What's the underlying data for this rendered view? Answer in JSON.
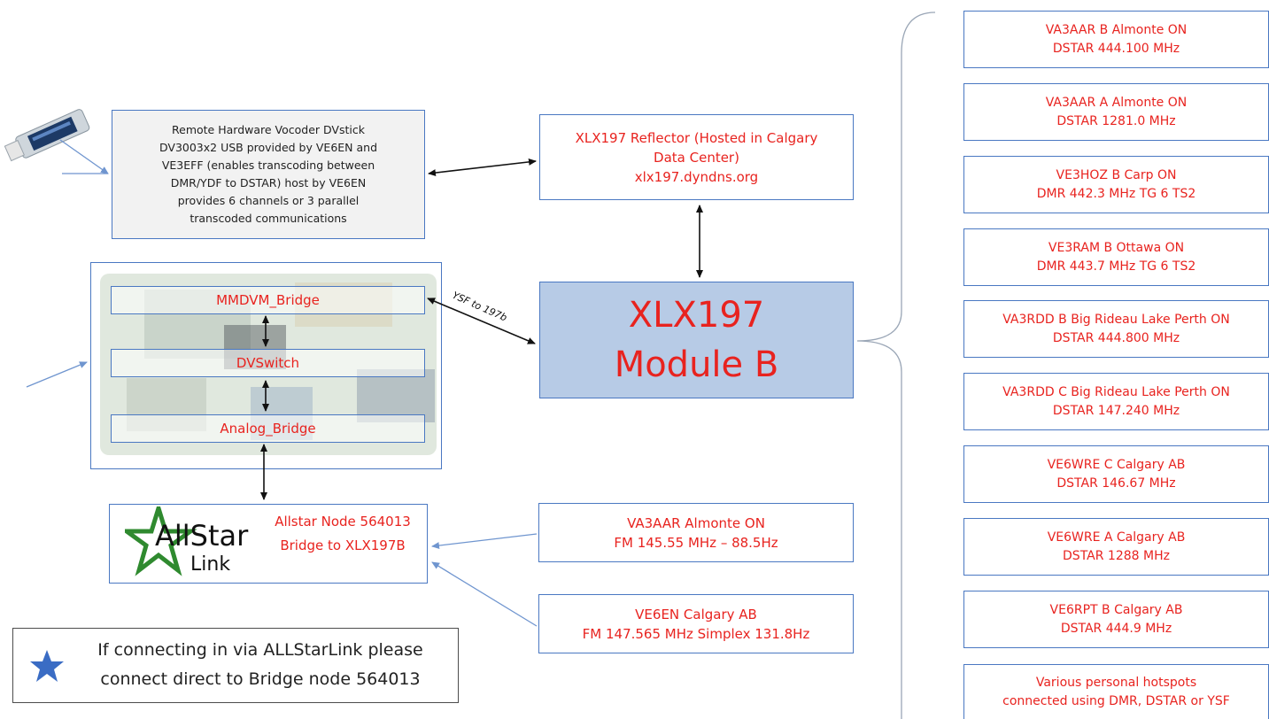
{
  "vocoder": {
    "lines": [
      "Remote Hardware Vocoder DVstick",
      "DV3003x2 USB provided by VE6EN and",
      "VE3EFF (enables transcoding between",
      "DMR/YDF to DSTAR) host by VE6EN",
      "provides 6 channels or 3 parallel",
      "transcoded communications"
    ]
  },
  "reflector": {
    "lines": [
      "XLX197 Reflector (Hosted in Calgary",
      "Data Center)",
      "xlx197.dyndns.org"
    ]
  },
  "module": {
    "line1": "XLX197",
    "line2": "Module B"
  },
  "bridge_stack": {
    "mmdvm": "MMDVM_Bridge",
    "dvswitch": "DVSwitch",
    "analog": "Analog_Bridge",
    "ysf_link_label": "YSF to 197b"
  },
  "allstar": {
    "logo_word1": "AllStar",
    "logo_word2": "Link",
    "lines": [
      "Allstar Node",
      "564013",
      "Bridge to XLX197B"
    ]
  },
  "fm_nodes": [
    {
      "line1": "VA3AAR Almonte ON",
      "line2": "FM 145.55 MHz – 88.5Hz"
    },
    {
      "line1": "VE6EN Calgary AB",
      "line2": "FM 147.565 MHz Simplex 131.8Hz"
    }
  ],
  "note": {
    "icon": "star-icon",
    "line1": "If connecting in via ALLStarLink please",
    "line2": "connect direct to Bridge node 564013"
  },
  "repeaters": [
    {
      "line1": "VA3AAR B Almonte ON",
      "line2": "DSTAR 444.100 MHz"
    },
    {
      "line1": "VA3AAR A Almonte ON",
      "line2": "DSTAR 1281.0 MHz"
    },
    {
      "line1": "VE3HOZ B Carp ON",
      "line2": "DMR 442.3 MHz TG 6 TS2"
    },
    {
      "line1": "VE3RAM B Ottawa ON",
      "line2": "DMR 443.7 MHz TG 6 TS2"
    },
    {
      "line1": "VA3RDD B Big Rideau Lake Perth ON",
      "line2": "DSTAR 444.800 MHz"
    },
    {
      "line1": "VA3RDD C Big Rideau Lake Perth ON",
      "line2": "DSTAR 147.240 MHz"
    },
    {
      "line1": "VE6WRE C Calgary AB",
      "line2": "DSTAR 146.67 MHz"
    },
    {
      "line1": "VE6WRE A Calgary AB",
      "line2": "DSTAR 1288 MHz"
    },
    {
      "line1": "VE6RPT B Calgary AB",
      "line2": "DSTAR 444.9 MHz"
    },
    {
      "line1": "Various personal hotspots",
      "line2": "connected using DMR, DSTAR or YSF"
    }
  ],
  "colors": {
    "label_red": "#e8231f",
    "box_border": "#4a78c2",
    "module_fill": "#b7cbe6",
    "star": "#3a6cc4"
  }
}
